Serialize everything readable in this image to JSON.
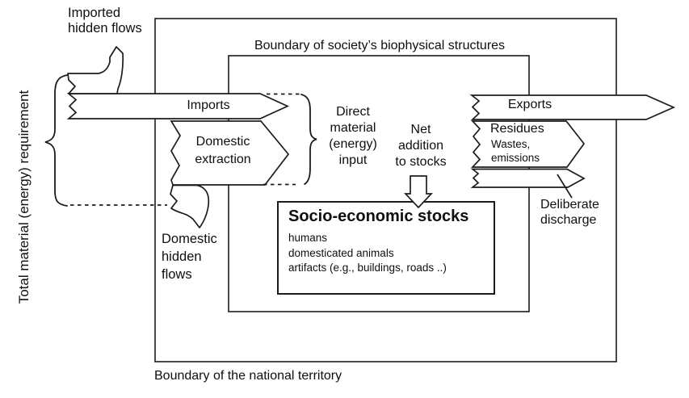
{
  "boundaries": {
    "inner": "Boundary of society’s biophysical structures",
    "outer": "Boundary of the national territory"
  },
  "axis": {
    "total_requirement": "Total material (energy) requirement"
  },
  "flows": {
    "imported_hidden": "Imported\nhidden flows",
    "imports": "Imports",
    "domestic_extraction": "Domestic\nextraction",
    "domestic_hidden": "Domestic\nhidden\nflows",
    "direct_input": "Direct\nmaterial\n(energy)\ninput",
    "net_addition": "Net\naddition\nto stocks",
    "exports": "Exports",
    "residues": "Residues",
    "wastes": "Wastes,\nemissions",
    "deliberate_discharge": "Deliberate\ndischarge"
  },
  "stocks": {
    "title": "Socio-economic stocks",
    "items": [
      "humans",
      "domesticated animals",
      "artifacts (e.g., buildings, roads ..)"
    ]
  },
  "colors": {
    "line": "#1c1c1c",
    "background": "#ffffff",
    "text": "#0f0f0f"
  }
}
